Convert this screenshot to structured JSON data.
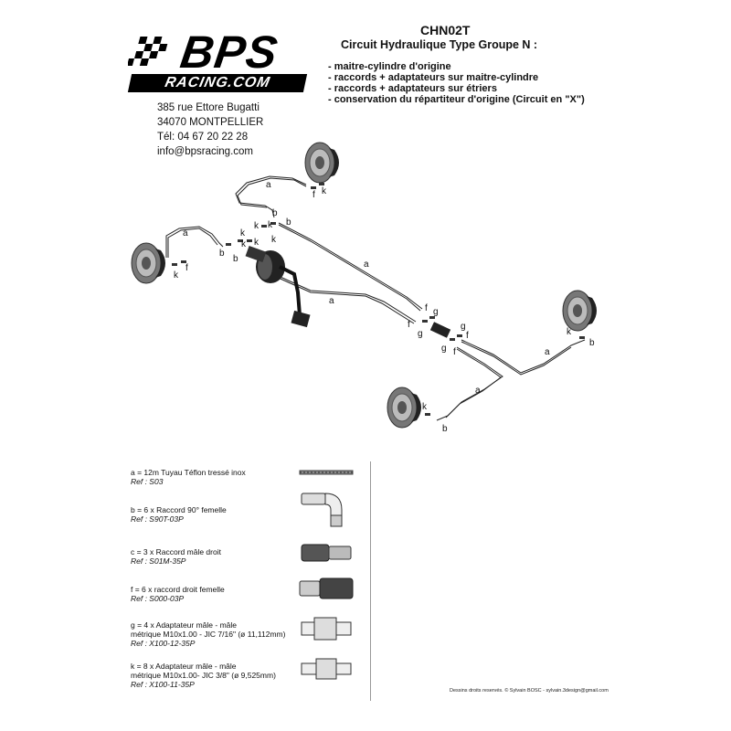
{
  "header": {
    "ref_code": "CHN02T",
    "title": "Circuit Hydraulique Type Groupe N :",
    "bullets": [
      "- maitre-cylindre d'origine",
      "- raccords + adaptateurs sur maitre-cylindre",
      "- raccords + adaptateurs sur étriers",
      "- conservation du répartiteur d'origine (Circuit en \"X\")"
    ]
  },
  "logo": {
    "main": "BPS",
    "sub": "RACING.COM"
  },
  "address": {
    "street": "385 rue Ettore Bugatti",
    "city": "34070 MONTPELLIER",
    "phone": "Tél: 04 67 20 22 28",
    "email": "info@bpsracing.com"
  },
  "diagram_labels": {
    "a": "a",
    "b": "b",
    "f": "f",
    "g": "g",
    "k": "k"
  },
  "parts": [
    {
      "desc": "a = 12m Tuyau Téflon tressé inox",
      "desc2": "",
      "ref": "Ref : S03"
    },
    {
      "desc": "b = 6 x Raccord 90° femelle",
      "desc2": "",
      "ref": "Ref : S90T-03P"
    },
    {
      "desc": "c = 3 x Raccord mâle droit",
      "desc2": "",
      "ref": "Ref : S01M-35P"
    },
    {
      "desc": "f = 6 x raccord droit femelle",
      "desc2": "",
      "ref": "Ref : S000-03P"
    },
    {
      "desc": "g = 4 x Adaptateur mâle - mâle",
      "desc2": "métrique M10x1.00 - JIC 7/16\" (ø 11,112mm)",
      "ref": "Ref : X100-12-35P"
    },
    {
      "desc": "k = 8 x Adaptateur mâle - mâle",
      "desc2": "métrique M10x1.00- JIC 3/8\" (ø 9,525mm)",
      "ref": "Ref : X100-11-35P"
    }
  ],
  "copyright": "Dessins droits reservés. © Sylvain BOSC - sylvain.3design@gmail.com"
}
